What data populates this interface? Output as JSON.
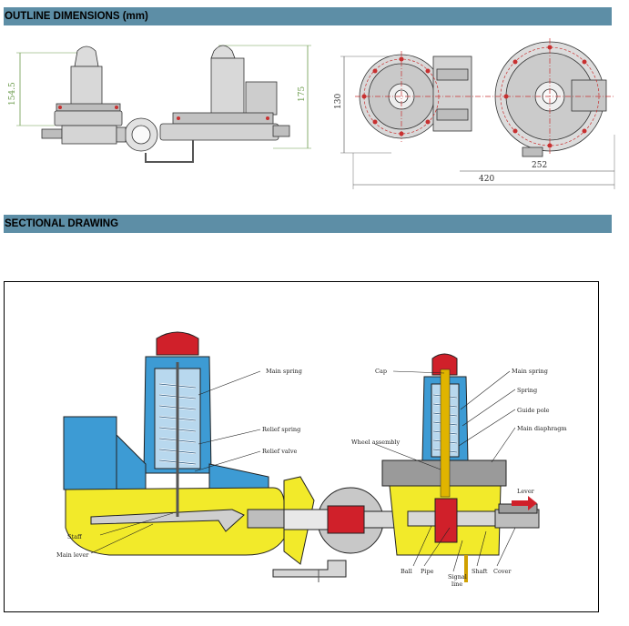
{
  "sections": {
    "outline_title": "OUTLINE DIMENSIONS (mm)",
    "sectional_title": "SECTIONAL DRAWING"
  },
  "dimensions": {
    "height_left": "154.5",
    "height_right": "175",
    "height_top_view": "130",
    "width_inner": "252",
    "width_total": "420"
  },
  "labels": {
    "main_spring_left": "Main spring",
    "relief_spring": "Relief spring",
    "relief_valve": "Relief valve",
    "staff": "Staff",
    "main_lever": "Main lever",
    "cap": "Cap",
    "main_spring_right": "Main spring",
    "spring": "Spring",
    "guide_pole": "Guide pole",
    "main_diaphragm": "Main diaphragm",
    "wheel_assembly": "Wheel assembly",
    "lever": "Lever",
    "ball": "Ball",
    "pipe": "Pipe",
    "signal_line_1": "Signal",
    "signal_line_2": "line",
    "shaft": "Shaft",
    "cover": "Cover"
  },
  "colors": {
    "header_bar": "#5d8ea6",
    "cap_red": "#d0202a",
    "spring_blue": "#3d9bd4",
    "body_yellow": "#f2ea2a",
    "dimension_green": "#6a9a4a",
    "dimension_red": "#c83030"
  }
}
